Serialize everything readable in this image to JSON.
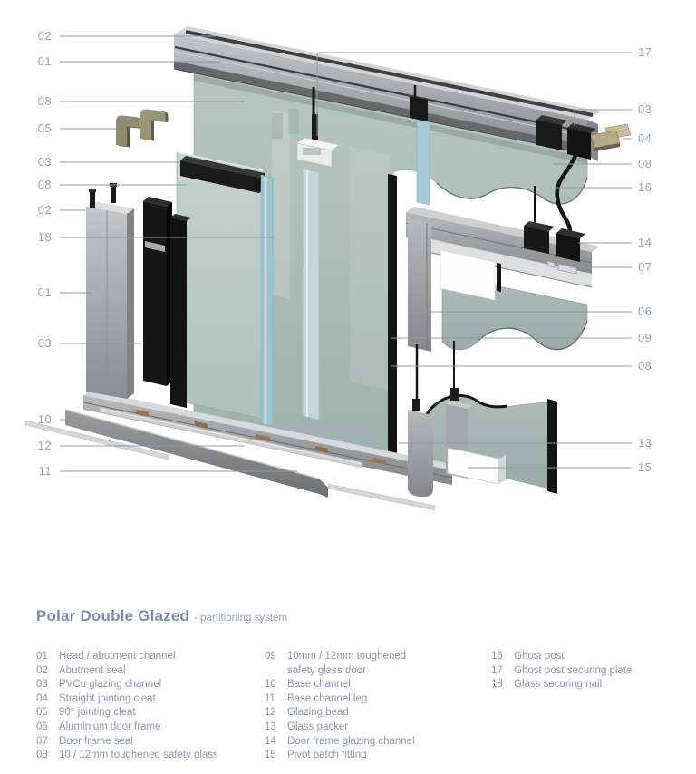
{
  "title": {
    "main": "Polar Double Glazed",
    "subtitle": "- partitioning system"
  },
  "callouts": {
    "left": [
      {
        "num": "02"
      },
      {
        "num": "01"
      },
      {
        "num": "08"
      },
      {
        "num": "05"
      },
      {
        "num": "03"
      },
      {
        "num": "08"
      },
      {
        "num": "02"
      },
      {
        "num": "18"
      },
      {
        "num": "01"
      },
      {
        "num": "03"
      },
      {
        "num": "10"
      },
      {
        "num": "12"
      },
      {
        "num": "11"
      }
    ],
    "right": [
      {
        "num": "17"
      },
      {
        "num": "03"
      },
      {
        "num": "04"
      },
      {
        "num": "08"
      },
      {
        "num": "16"
      },
      {
        "num": "14"
      },
      {
        "num": "07"
      },
      {
        "num": "06"
      },
      {
        "num": "09"
      },
      {
        "num": "08"
      },
      {
        "num": "13"
      },
      {
        "num": "15"
      }
    ]
  },
  "legend": {
    "columns": [
      {
        "items": [
          {
            "num": "01",
            "label": "Head / abutment channel"
          },
          {
            "num": "02",
            "label": "Abutment seal"
          },
          {
            "num": "03",
            "label": "PVCu glazing channel"
          },
          {
            "num": "04",
            "label": "Straight jointing cleat"
          },
          {
            "num": "05",
            "label": "90° jointing cleat"
          },
          {
            "num": "06",
            "label": "Aluminium door frame"
          },
          {
            "num": "07",
            "label": "Door frame seal"
          },
          {
            "num": "08",
            "label": "10 / 12mm toughened safety glass"
          }
        ]
      },
      {
        "items": [
          {
            "num": "09",
            "label": "10mm / 12mm toughened\nsafety glass door"
          },
          {
            "num": "10",
            "label": "Base channel"
          },
          {
            "num": "11",
            "label": "Base channel leg"
          },
          {
            "num": "12",
            "label": "Glazing bead"
          },
          {
            "num": "13",
            "label": "Glass packer"
          },
          {
            "num": "14",
            "label": "Door frame glazing channel"
          },
          {
            "num": "15",
            "label": "Pivot patch fitting"
          }
        ]
      },
      {
        "items": [
          {
            "num": "16",
            "label": "Ghost post"
          },
          {
            "num": "17",
            "label": "Ghost post securing plate"
          },
          {
            "num": "18",
            "label": "Glass securing nail"
          }
        ]
      }
    ]
  },
  "colors": {
    "title_accent": "#7d8cb0",
    "legend_text": "#8d97aa",
    "callout_text": "#9aa4b8",
    "leader_line": "#94989c",
    "glass": "#b3c2bd",
    "aluminium": "#b0b2b4",
    "black_parts": "#161616",
    "tan_cleat": "#b5aa85",
    "blue_strip": "#9dc4ce"
  }
}
